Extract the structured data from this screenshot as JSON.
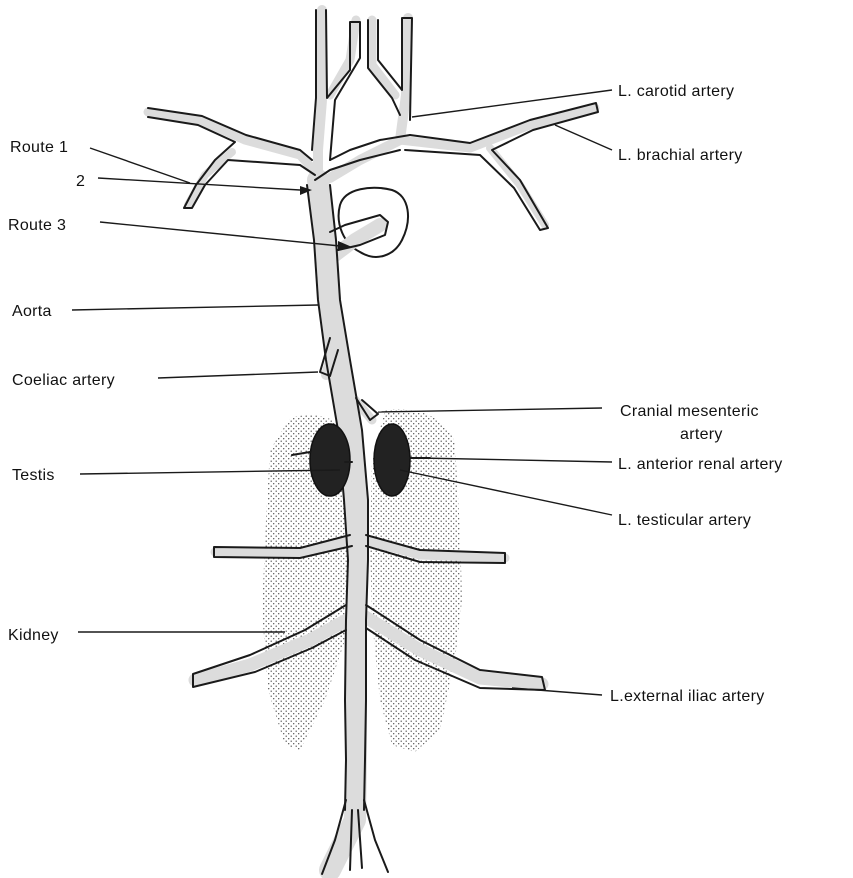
{
  "labels": {
    "route1": "Route 1",
    "route2": "2",
    "route3": "Route 3",
    "aorta": "Aorta",
    "coeliac": "Coeliac artery",
    "testis": "Testis",
    "kidney": "Kidney",
    "carotid": "L. carotid artery",
    "brachial": "L. brachial artery",
    "cranial_mesenteric_line1": "Cranial mesenteric",
    "cranial_mesenteric_line2": "artery",
    "anterior_renal": "L. anterior renal artery",
    "testicular": "L. testicular artery",
    "external_iliac": "L.external iliac artery"
  },
  "colors": {
    "vessel_fill": "#dcdcdc",
    "outline": "#1a1a1a",
    "testis": "#222222",
    "kidney_dots": "#555555"
  }
}
